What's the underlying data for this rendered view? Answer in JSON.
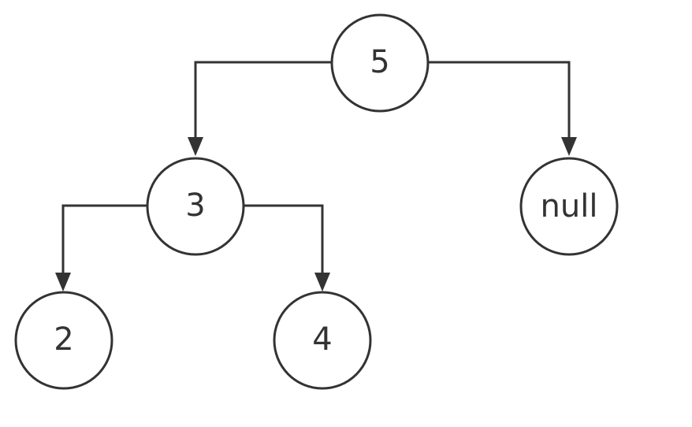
{
  "nodes": [
    {
      "id": "root",
      "label": "5"
    },
    {
      "id": "left",
      "label": "3"
    },
    {
      "id": "right",
      "label": "null"
    },
    {
      "id": "left-left",
      "label": "2"
    },
    {
      "id": "left-right",
      "label": "4"
    }
  ],
  "edges": [
    {
      "from": "root",
      "to": "left"
    },
    {
      "from": "root",
      "to": "right"
    },
    {
      "from": "left",
      "to": "left-left"
    },
    {
      "from": "left",
      "to": "left-right"
    }
  ],
  "colors": {
    "stroke": "#333333",
    "fill": "#ffffff",
    "text": "#333333"
  }
}
